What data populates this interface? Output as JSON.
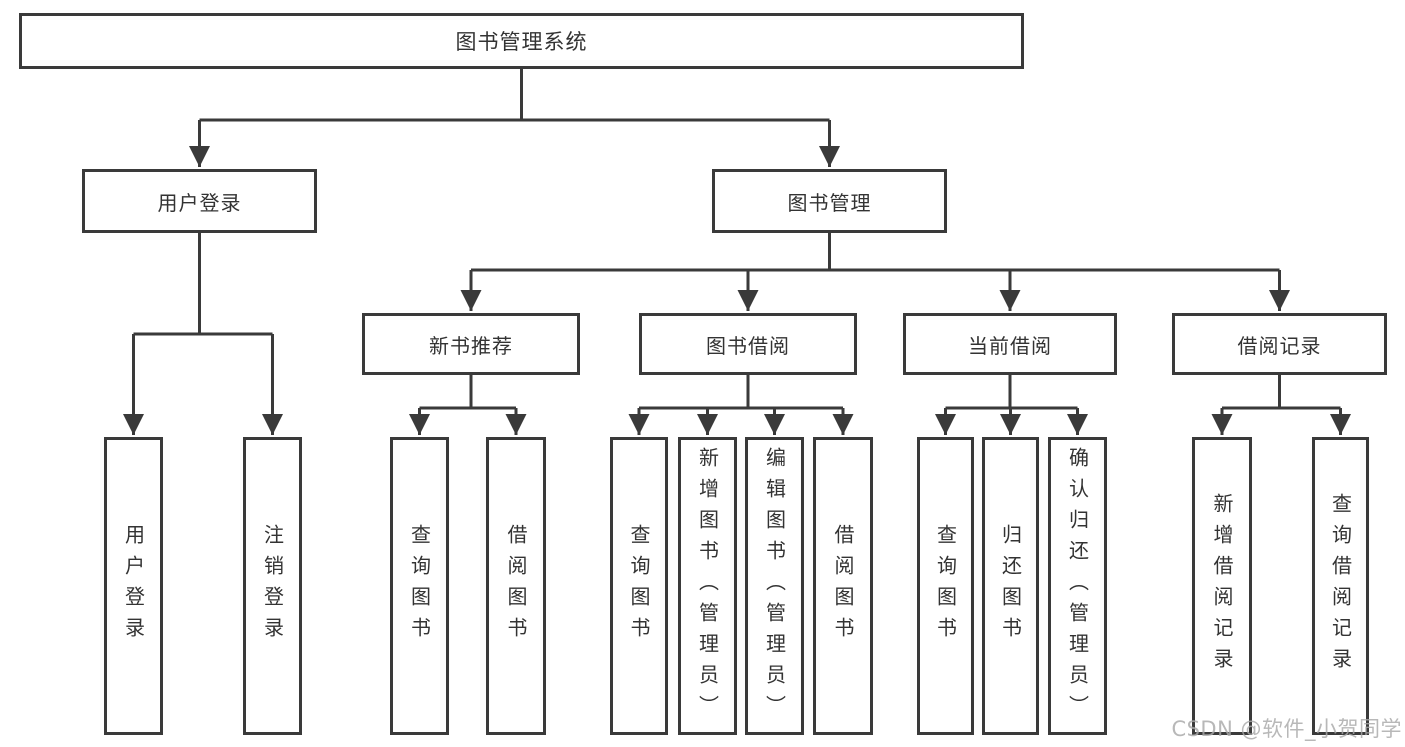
{
  "diagram": {
    "title": "图书管理系统",
    "branches": [
      {
        "label": "用户登录",
        "children": [
          {
            "label": "用户登录"
          },
          {
            "label": "注销登录"
          }
        ]
      },
      {
        "label": "图书管理",
        "children": [
          {
            "label": "新书推荐",
            "children": [
              {
                "label": "查询图书"
              },
              {
                "label": "借阅图书"
              }
            ]
          },
          {
            "label": "图书借阅",
            "children": [
              {
                "label": "查询图书"
              },
              {
                "label": "新增图书（管理员）"
              },
              {
                "label": "编辑图书（管理员）"
              },
              {
                "label": "借阅图书"
              }
            ]
          },
          {
            "label": "当前借阅",
            "children": [
              {
                "label": "查询图书"
              },
              {
                "label": "归还图书"
              },
              {
                "label": "确认归还（管理员）"
              }
            ]
          },
          {
            "label": "借阅记录",
            "children": [
              {
                "label": "新增借阅记录"
              },
              {
                "label": "查询借阅记录"
              }
            ]
          }
        ]
      }
    ],
    "colors": {
      "line": "#3a3a3a",
      "text": "#333333",
      "watermark": "#a9a9a9"
    },
    "watermark": "CSDN @软件_小贺同学"
  }
}
